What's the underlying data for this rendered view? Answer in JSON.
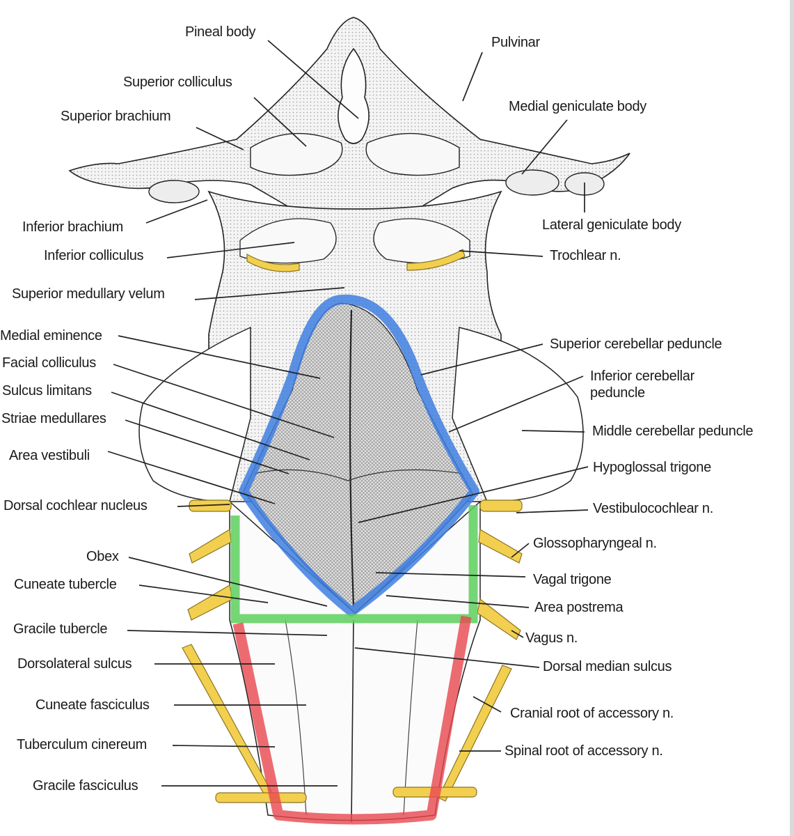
{
  "labels": {
    "pineal_body": "Pineal body",
    "pulvinar": "Pulvinar",
    "superior_colliculus": "Superior colliculus",
    "medial_geniculate_body": "Medial geniculate body",
    "superior_brachium": "Superior brachium",
    "inferior_brachium": "Inferior brachium",
    "lateral_geniculate_body": "Lateral geniculate body",
    "inferior_colliculus": "Inferior colliculus",
    "trochlear_n": "Trochlear n.",
    "superior_medullary_velum": "Superior medullary velum",
    "medial_eminence": "Medial eminence",
    "superior_cerebellar_peduncle": "Superior cerebellar peduncle",
    "facial_colliculus": "Facial colliculus",
    "inferior_cerebellar_peduncle": "Inferior cerebellar peduncle",
    "sulcus_limitans": "Sulcus limitans",
    "striae_medullares": "Striae medullares",
    "middle_cerebellar_peduncle": "Middle cerebellar peduncle",
    "area_vestibuli": "Area vestibuli",
    "hypoglossal_trigone": "Hypoglossal trigone",
    "dorsal_cochlear_nucleus": "Dorsal cochlear nucleus",
    "vestibulocochlear_n": "Vestibulocochlear n.",
    "glossopharyngeal_n": "Glossopharyngeal n.",
    "obex": "Obex",
    "cuneate_tubercle": "Cuneate tubercle",
    "vagal_trigone": "Vagal trigone",
    "area_postrema": "Area postrema",
    "gracile_tubercle": "Gracile tubercle",
    "vagus_n": "Vagus n.",
    "dorsolateral_sulcus": "Dorsolateral sulcus",
    "dorsal_median_sulcus": "Dorsal median sulcus",
    "cuneate_fasciculus": "Cuneate fasciculus",
    "cranial_root_accessory_n": "Cranial root of accessory n.",
    "tuberculum_cinereum": "Tuberculum cinereum",
    "spinal_root_accessory_n": "Spinal root of accessory n.",
    "gracile_fasciculus": "Gracile fasciculus"
  },
  "colors": {
    "nerve": "#f2cf4f",
    "blue_outline": "#3f7fe0",
    "green_outline": "#5ccf5c",
    "red_outline": "#e8474f",
    "line": "#222222",
    "stipple": "#9a9a9a"
  }
}
